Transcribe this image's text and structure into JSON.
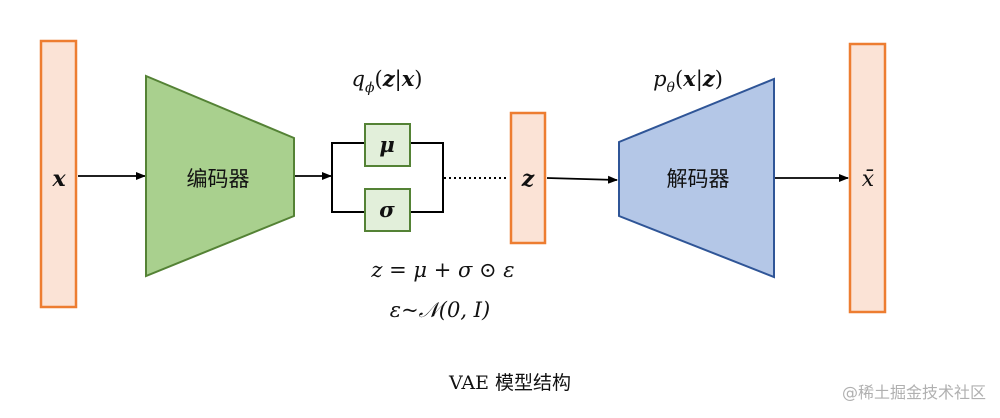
{
  "input": {
    "label": "x"
  },
  "encoder": {
    "label": "编码器",
    "fill": "#a9d08e",
    "stroke": "#548235"
  },
  "q_dist": {
    "label": "qϕ(z|x)"
  },
  "mu": {
    "label": "μ"
  },
  "sigma": {
    "label": "σ"
  },
  "latent": {
    "label": "z"
  },
  "p_dist": {
    "label": "pθ(x|z)"
  },
  "decoder": {
    "label": "解码器",
    "fill": "#b4c7e7",
    "stroke": "#2f5597"
  },
  "output": {
    "label": "x̄"
  },
  "equation1": "z = μ + σ ⊙ ε",
  "equation2": "ε~𝒩(0, I)",
  "caption": "VAE 模型结构",
  "watermark": "@稀土掘金技术社区",
  "colors": {
    "vector_fill": "#fbe3d6",
    "vector_stroke": "#ed7d31",
    "small_box_fill": "#e2efda",
    "small_box_stroke": "#548235"
  }
}
